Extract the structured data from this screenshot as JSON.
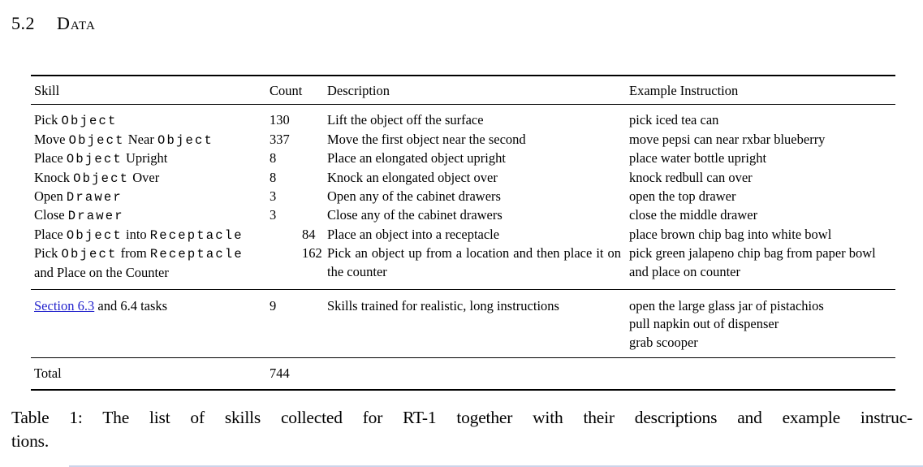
{
  "page": {
    "heading": {
      "number": "5.2",
      "title": "Data"
    },
    "caption_lines": [
      "Table 1: The list of skills collected for RT-1 together with their descriptions and example instruc-",
      "tions."
    ]
  },
  "table": {
    "headers": {
      "skill": "Skill",
      "count": "Count",
      "description": "Description",
      "example": "Example Instruction"
    },
    "rows": [
      {
        "skill": "Pick `Object`",
        "count": "130",
        "description": "Lift the object off the surface",
        "example": [
          "pick iced tea can"
        ]
      },
      {
        "skill": "Move `Object` Near `Object`",
        "count": "337",
        "description": "Move the first object near the second",
        "example": [
          "move pepsi can near rxbar blueberry"
        ]
      },
      {
        "skill": "Place `Object` Upright",
        "count": "8",
        "description": "Place an elongated object upright",
        "example": [
          "place water bottle upright"
        ]
      },
      {
        "skill": "Knock `Object` Over",
        "count": "8",
        "description": "Knock an elongated object over",
        "example": [
          "knock redbull can over"
        ]
      },
      {
        "skill": "Open `Drawer`",
        "count": "3",
        "description": "Open any of the cabinet drawers",
        "example": [
          "open the top drawer"
        ]
      },
      {
        "skill": "Close `Drawer`",
        "count": "3",
        "description": "Close any of the cabinet drawers",
        "example": [
          "close the middle drawer"
        ]
      },
      {
        "skill": "Place `Object` into `Receptacle`",
        "count": "84",
        "description": "Place an object into a receptacle",
        "example": [
          "place brown chip bag into white bowl"
        ]
      },
      {
        "skill": "Pick `Object` from `Receptacle`\nand Place on the Counter",
        "count": "162",
        "description": "Pick an object up from a location and then place it on the counter",
        "example": [
          "pick green jalapeno chip bag from paper bowl and place on counter"
        ]
      }
    ],
    "section_rows": [
      {
        "skill": "[[Section 6.3]] and 6.4 tasks",
        "count": "9",
        "description": "Skills trained for realistic, long instructions",
        "example": [
          "open the large glass jar of pistachios",
          "pull napkin out of dispenser",
          "grab scooper"
        ]
      }
    ],
    "total": {
      "label": "Total",
      "count": "744"
    }
  },
  "colors": {
    "link_blue": "#2222cc",
    "bottom_rule": "#ccd4ea"
  }
}
